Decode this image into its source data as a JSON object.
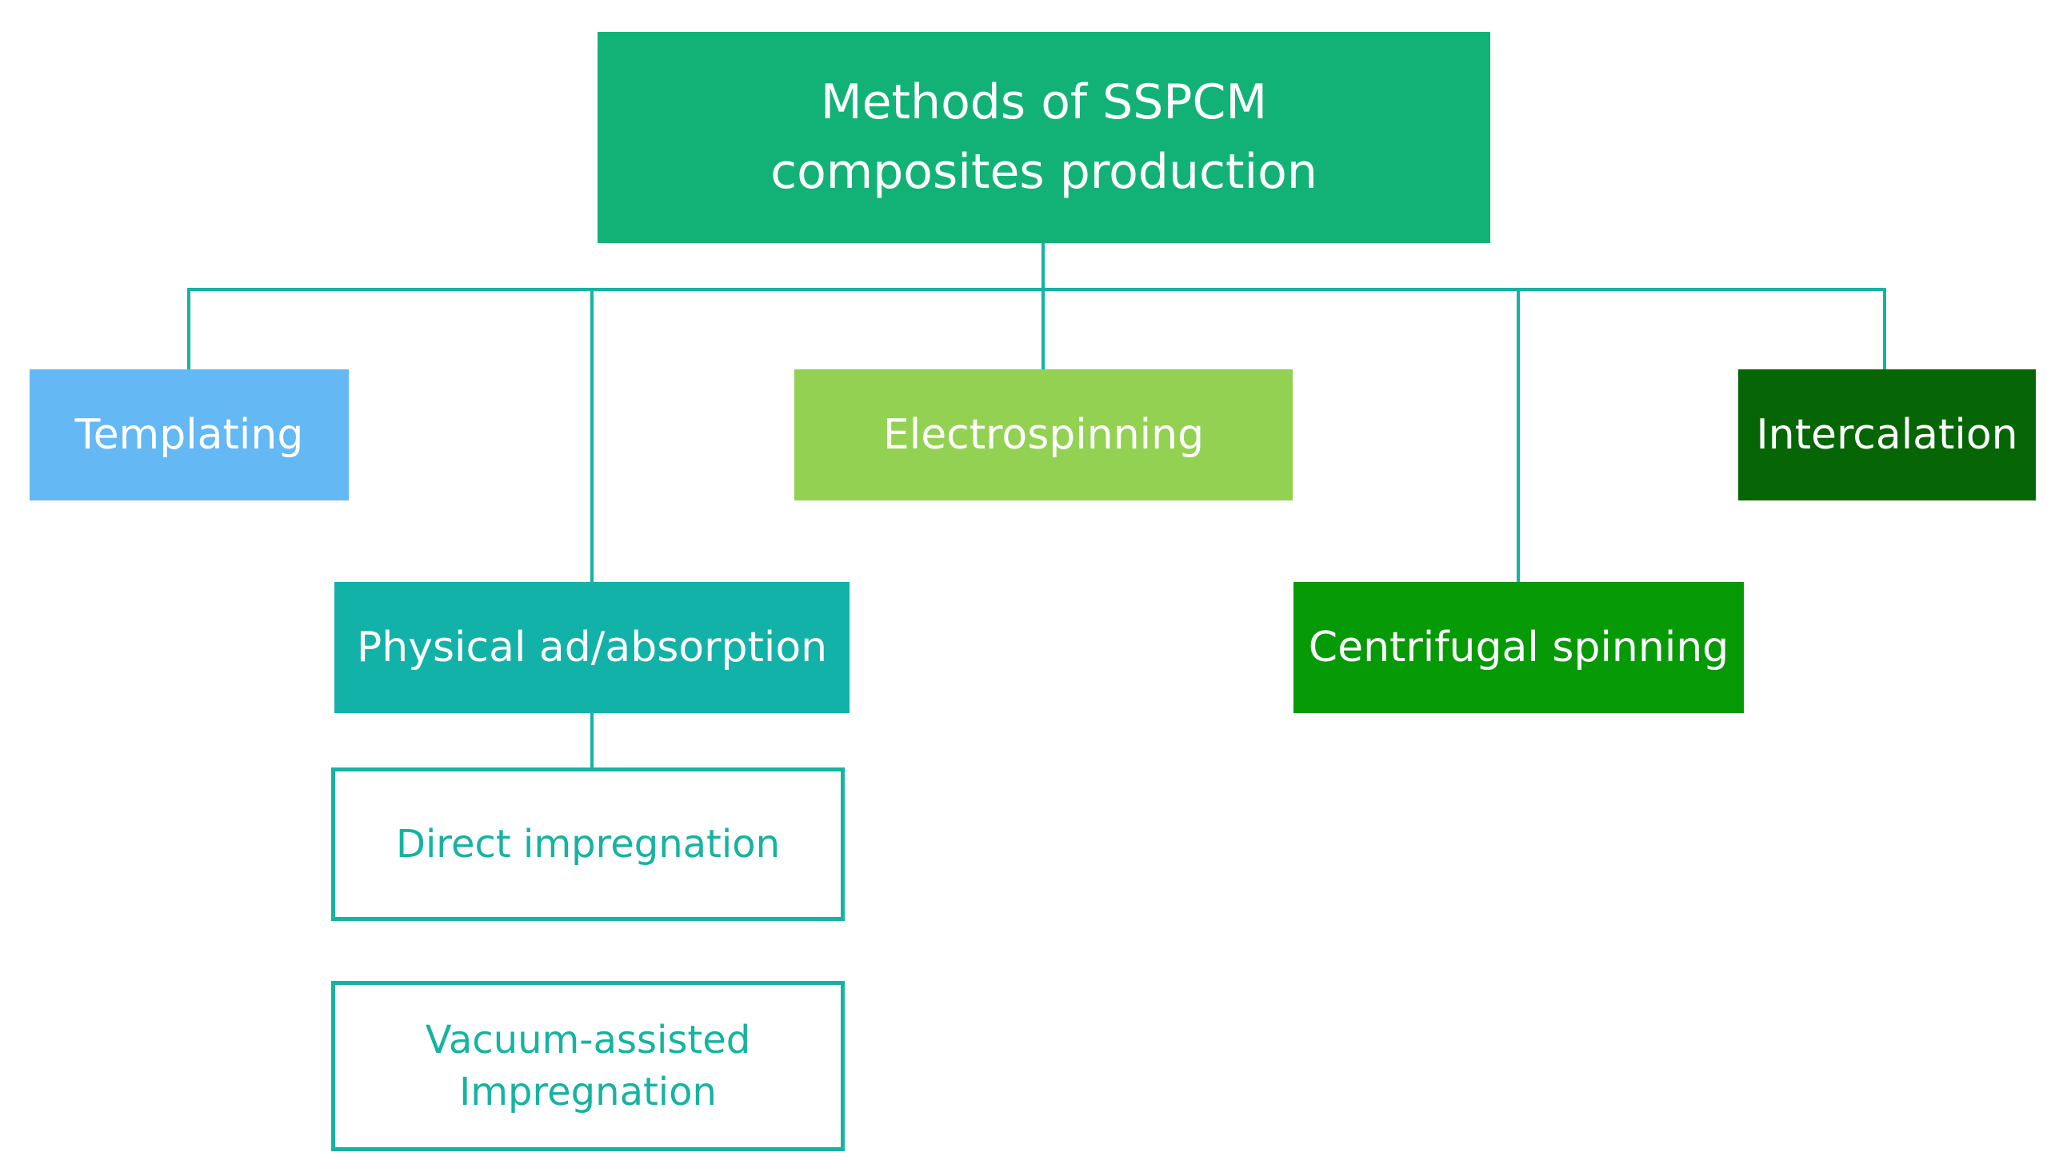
{
  "diagram": {
    "root": {
      "label_line1": "Methods of SSPCM",
      "label_line2": "composites production",
      "color": "#12b277"
    },
    "methods": [
      {
        "label": "Templating",
        "color": "#64b8f4"
      },
      {
        "label": "Physical ad/absorption",
        "color": "#13b2a8"
      },
      {
        "label": "Electrospinning",
        "color": "#93d152"
      },
      {
        "label": "Centrifugal spinning",
        "color": "#069a06"
      },
      {
        "label": "Intercalation",
        "color": "#066605"
      }
    ],
    "sub_methods": [
      {
        "label": "Direct impregnation"
      },
      {
        "label_line1": "Vacuum-assisted",
        "label_line2": "Impregnation"
      }
    ],
    "line_color": "#15b3a2"
  }
}
